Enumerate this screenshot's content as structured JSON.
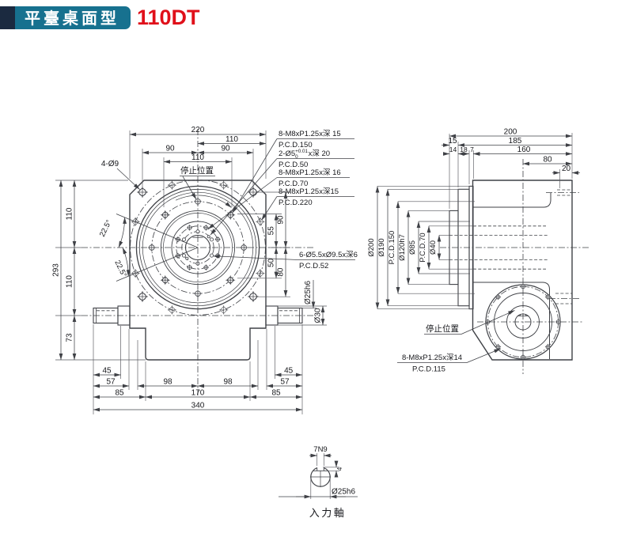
{
  "header": {
    "badge": "平臺桌面型",
    "model": "110DT"
  },
  "front_view": {
    "top_dims": {
      "w220": "220",
      "w110_right": "110",
      "w90_left": "90",
      "w90_right": "90",
      "w110_center": "110"
    },
    "stop_position": "停止位置",
    "corner_holes": "4-Ø9",
    "left_dims": {
      "h110_upper": "110",
      "h293": "293",
      "h110_lower": "110",
      "h73": "73",
      "angle_upper": "22.5°",
      "angle_lower": "22.5°"
    },
    "right_dims": {
      "v90": "90",
      "v55": "55",
      "v50": "50",
      "v80": "80",
      "shaft_dia": "Ø25h6",
      "boss_dia": "Ø30"
    },
    "notes": {
      "pcd150_holes": "8-M8xP1.25x深 15",
      "pcd150": "P.C.D.150",
      "dowel_prefix": "2-Ø5",
      "dowel_tol_upper": "+0.01",
      "dowel_tol_lower": "0",
      "dowel_suffix": "x深 20",
      "pcd50": "P.C.D.50",
      "pcd70_holes": "8-M8xP1.25x深 16",
      "pcd70": "P.C.D.70",
      "pcd220_holes": "8-M8xP1.25x深15",
      "pcd220": "P.C.D.220",
      "pcd52_holes": "6-Ø5.5xØ9.5x深6",
      "pcd52": "P.C.D.52"
    },
    "bottom_dims": {
      "w45_left": "45",
      "w57_left": "57",
      "w85_left": "85",
      "w98_left": "98",
      "w98_right": "98",
      "w170": "170",
      "w45_right": "45",
      "w57_right": "57",
      "w85_right": "85",
      "w340": "340"
    }
  },
  "side_view": {
    "top_dims": {
      "w200": "200",
      "w185": "185",
      "w160": "160",
      "w15": "15",
      "w14": "14",
      "w18": "18",
      "w7": "7",
      "w80": "80",
      "w20": "20"
    },
    "left_dims": {
      "d200": "Ø200",
      "d190": "Ø190",
      "pcd150": "P.C.D.150",
      "d120": "Ø120h7",
      "d85": "Ø85",
      "pcd70": "P.C.D.70",
      "d40": "Ø40"
    },
    "stop_position": "停止位置",
    "notes": {
      "pcd115_holes": "8-M8xP1.25x深14",
      "pcd115": "P.C.D.115"
    }
  },
  "input_shaft": {
    "keyway_width": "7N9",
    "keyway_depth": "4",
    "shaft_dia": "Ø25h6",
    "label": "入力軸"
  },
  "colors": {
    "badge_teal": "#17718f",
    "badge_navy": "#1b2a40",
    "model_red": "#e0101a",
    "body_teal": "#9edfe2",
    "line": "#3f4146"
  }
}
